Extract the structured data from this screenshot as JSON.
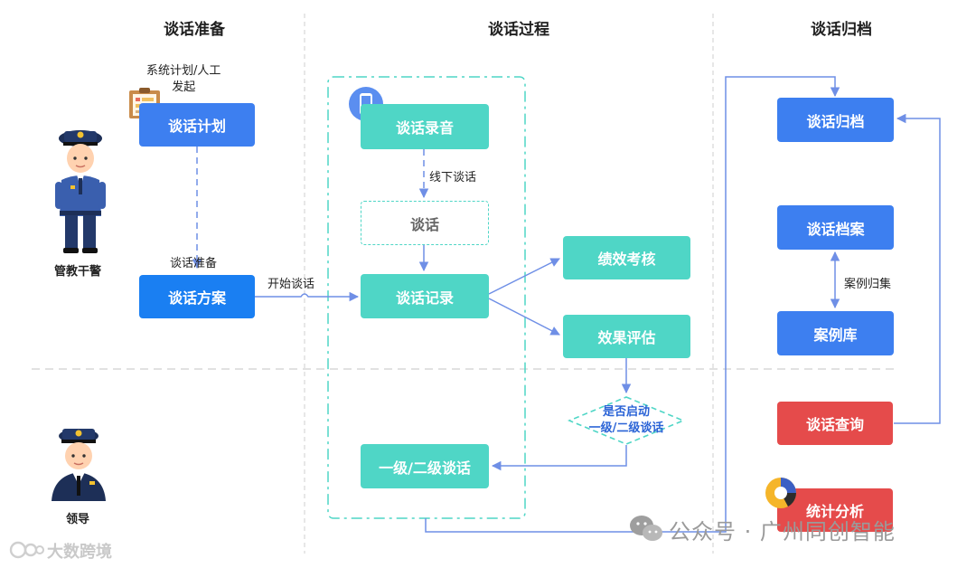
{
  "columns": {
    "prep": "谈话准备",
    "process": "谈话过程",
    "archive": "谈话归档"
  },
  "roles": {
    "officer": "管教干警",
    "leader": "领导"
  },
  "prep": {
    "plan_note": "系统计划/人工\n发起",
    "plan_box": "谈话计划",
    "prep_label": "谈话准备",
    "scheme_box": "谈话方案",
    "start_label": "开始谈话"
  },
  "process": {
    "record_audio": "谈话录音",
    "offline_label": "线下谈话",
    "talk": "谈话",
    "talk_record": "谈话记录",
    "performance": "绩效考核",
    "evaluation": "效果评估",
    "decision": "是否启动\n一级/二级谈话",
    "level_talk": "一级/二级谈话"
  },
  "archive": {
    "archive_box": "谈话归档",
    "file_box": "谈话档案",
    "case_label": "案例归集",
    "case_lib": "案例库",
    "query": "谈话查询",
    "stats": "统计分析"
  },
  "watermarks": {
    "left": "大数跨境",
    "right": "公众号 · 广州同创智能"
  },
  "colors": {
    "blue": "#3d7ff0",
    "teal": "#4fd6c6",
    "red": "#e54b4b",
    "arrow": "#6f8fe6"
  }
}
